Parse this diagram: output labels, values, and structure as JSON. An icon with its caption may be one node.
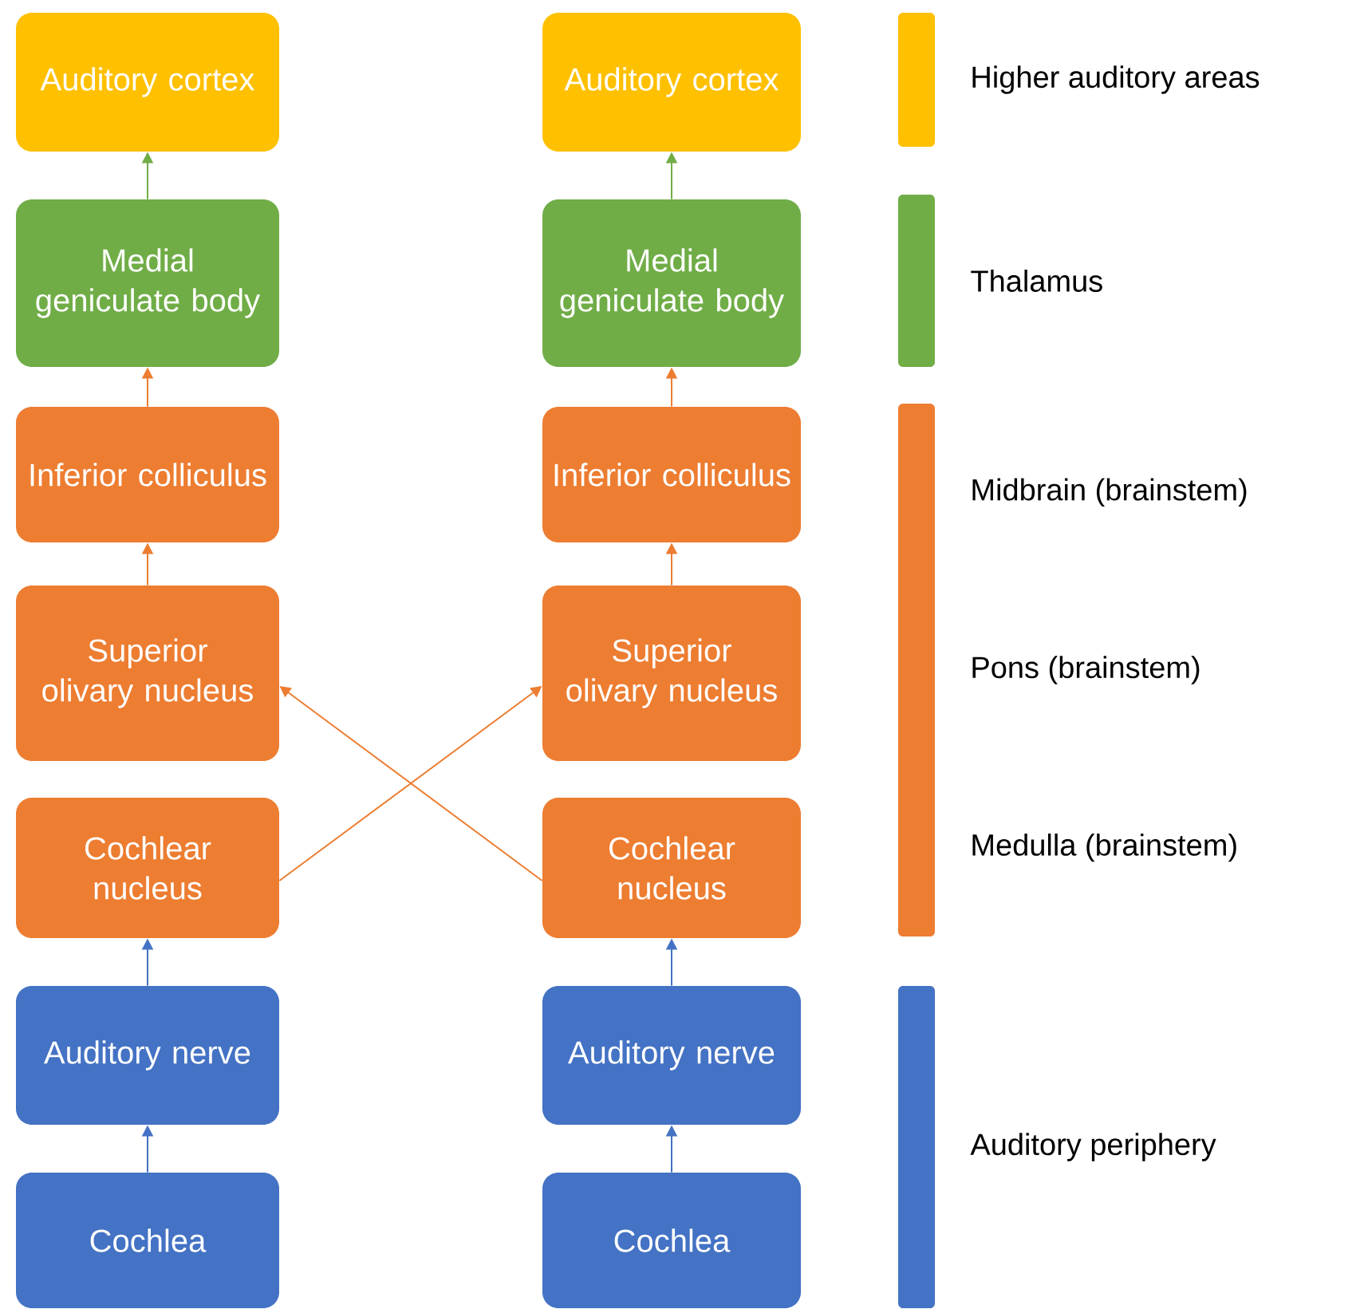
{
  "diagram": {
    "nodes": [
      {
        "text": [
          "Auditory cortex"
        ]
      },
      {
        "text": [
          "Medial geniculate body"
        ]
      },
      {
        "text": [
          "Inferior colliculus"
        ]
      },
      {
        "text": [
          "Superior olivary nucleus"
        ]
      },
      {
        "text": [
          "Cochlear nucleus"
        ]
      },
      {
        "text": [
          "Auditory nerve"
        ]
      },
      {
        "text": [
          "Cochlea"
        ]
      },
      {
        "text": [
          "Auditory cortex"
        ]
      },
      {
        "text": [
          "Medial geniculate body"
        ]
      },
      {
        "text": [
          "Inferior colliculus"
        ]
      },
      {
        "text": [
          "Superior olivary nucleus"
        ]
      },
      {
        "text": [
          "Cochlear nucleus"
        ]
      },
      {
        "text": [
          "Auditory nerve"
        ]
      },
      {
        "text": [
          "Cochlea"
        ]
      },
      {
        "text": [],
        "shape": "bar",
        "beside": [
          "Higher auditory areas"
        ]
      },
      {
        "text": [],
        "shape": "bar",
        "beside": [
          "Thalamus"
        ]
      },
      {
        "text": [],
        "shape": "bar",
        "beside": [
          "Midbrain (brainstem)",
          "Pons (brainstem)",
          "Medulla (brainstem)"
        ]
      },
      {
        "text": [],
        "shape": "bar",
        "beside": [
          "Auditory periphery"
        ]
      }
    ],
    "edges": [
      {
        "from": 6,
        "to": 5,
        "arrow": "to",
        "color": "#4472c4"
      },
      {
        "from": 5,
        "to": 4,
        "arrow": "to",
        "color": "#4472c4"
      },
      {
        "from": 3,
        "to": 2,
        "arrow": "to"
      },
      {
        "from": 2,
        "to": 1,
        "arrow": "to"
      },
      {
        "from": 1,
        "to": 0,
        "arrow": "to",
        "color": "#70ad47"
      },
      {
        "from": 13,
        "to": 12,
        "arrow": "to",
        "color": "#4472c4"
      },
      {
        "from": 12,
        "to": 11,
        "arrow": "to",
        "color": "#4472c4"
      },
      {
        "from": 10,
        "to": 9,
        "arrow": "to"
      },
      {
        "from": 9,
        "to": 8,
        "arrow": "to"
      },
      {
        "from": 8,
        "to": 7,
        "arrow": "to",
        "color": "#70ad47"
      },
      {
        "from": 4,
        "to": 10,
        "arrow": "to"
      },
      {
        "from": 11,
        "to": 3,
        "arrow": "to"
      }
    ]
  }
}
